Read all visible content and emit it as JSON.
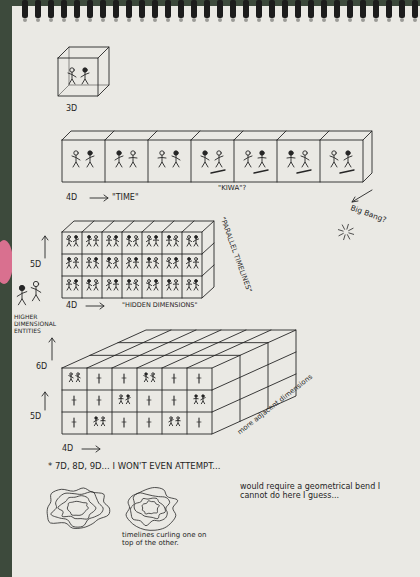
{
  "diagram": {
    "labels": [
      "3D",
      "4D",
      "\"TIME\"",
      "\"KIWA\"?",
      "Big Bang?",
      "5D",
      "\"PARALLEL TIMELINES\"",
      "\"HIDDEN DIMENSIONS\"",
      "4D",
      "HIGHER DIMENSIONAL ENTITIES",
      "6D",
      "5D",
      "4D",
      "more adjacent dimensions",
      "* 7D, 8D, 9D... I WON'T EVEN ATTEMPT...",
      "would require a geometrical bend I cannot do here I guess...",
      "timelines curling one on top of the other."
    ]
  }
}
